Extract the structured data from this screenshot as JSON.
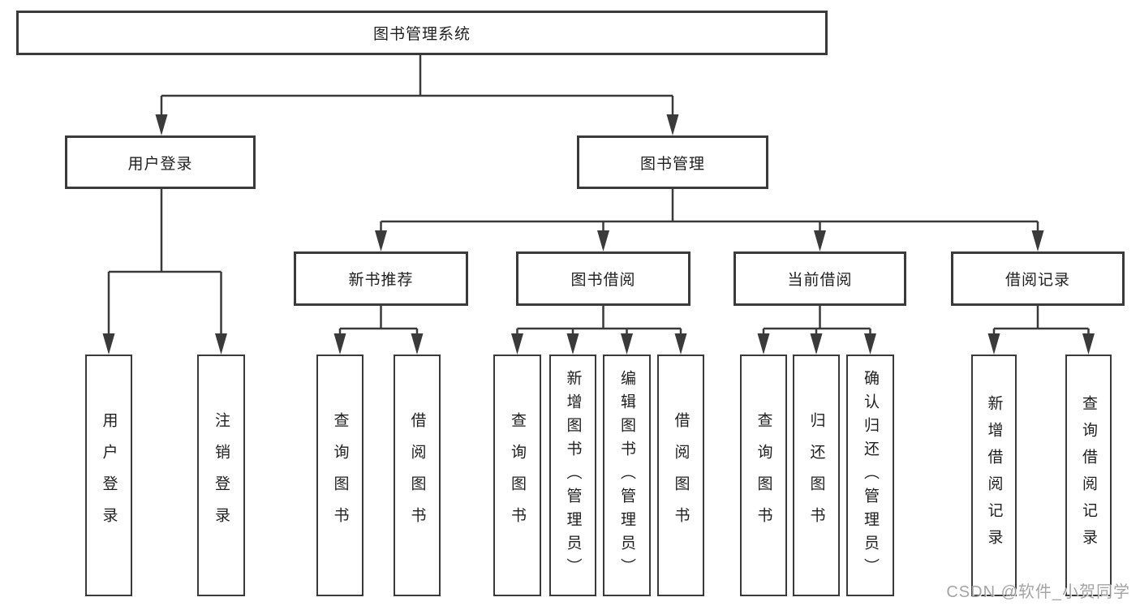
{
  "tree": {
    "label": "图书管理系统",
    "children": [
      {
        "label": "用户登录",
        "children": [
          {
            "label": "用户登录"
          },
          {
            "label": "注销登录"
          }
        ]
      },
      {
        "label": "图书管理",
        "children": [
          {
            "label": "新书推荐",
            "children": [
              {
                "label": "查询图书"
              },
              {
                "label": "借阅图书"
              }
            ]
          },
          {
            "label": "图书借阅",
            "children": [
              {
                "label": "查询图书"
              },
              {
                "label": "新增图书（管理员）"
              },
              {
                "label": "编辑图书（管理员）"
              },
              {
                "label": "借阅图书"
              }
            ]
          },
          {
            "label": "当前借阅",
            "children": [
              {
                "label": "查询图书"
              },
              {
                "label": "归还图书"
              },
              {
                "label": "确认归还（管理员）"
              }
            ]
          },
          {
            "label": "借阅记录",
            "children": [
              {
                "label": "新增借阅记录"
              },
              {
                "label": "查询借阅记录"
              }
            ]
          }
        ]
      }
    ]
  },
  "watermark": {
    "text": "CSDN @软件_小贺同学"
  },
  "colors": {
    "line": "#3a3a3a",
    "text": "#1f1f1f",
    "box_fill": "#ffffff",
    "background": "#ffffff",
    "watermark": "#9b9b9b"
  }
}
